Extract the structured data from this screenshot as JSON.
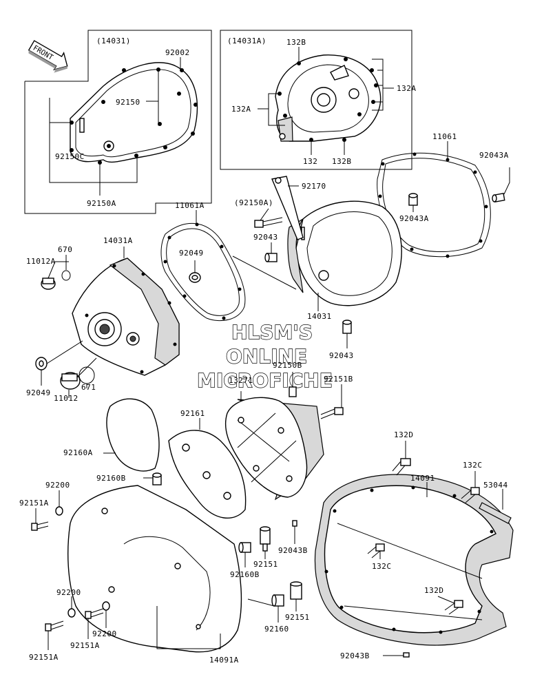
{
  "watermark": {
    "line1": "HLSM'S",
    "line2": "ONLINE",
    "line3": "MICROFICHE"
  },
  "front_arrow": {
    "label": "FRONT"
  },
  "boxes": {
    "box_14031": {
      "title": "(14031)"
    },
    "box_14031A": {
      "title": "(14031A)"
    }
  },
  "labels": {
    "l_92002": "92002",
    "l_92150": "92150",
    "l_92150C": "92150C",
    "l_92150A": "92150A",
    "l_132B_top": "132B",
    "l_132A_right": "132A",
    "l_132A_left": "132A",
    "l_132": "132",
    "l_132B_bottom": "132B",
    "l_11061": "11061",
    "l_92043A_1": "92043A",
    "l_92043A_2": "92043A",
    "l_92170": "92170",
    "l_92150A_paren": "(92150A)",
    "l_92043_1": "92043",
    "l_11061A": "11061A",
    "l_14031A": "14031A",
    "l_670": "670",
    "l_11012A": "11012A",
    "l_92049_1": "92049",
    "l_14031": "14031",
    "l_92043_2": "92043",
    "l_92049_2": "92049",
    "l_671": "671",
    "l_11012": "11012",
    "l_13271": "13271",
    "l_92150B": "92150B",
    "l_92151B": "92151B",
    "l_92161": "92161",
    "l_92160A": "92160A",
    "l_92160B_1": "92160B",
    "l_92200_1": "92200",
    "l_92151A_1": "92151A",
    "l_132D_1": "132D",
    "l_14091": "14091",
    "l_132C_1": "132C",
    "l_53044": "53044",
    "l_92043B_1": "92043B",
    "l_92151_1": "92151",
    "l_92160B_2": "92160B",
    "l_132C_2": "132C",
    "l_132D_2": "132D",
    "l_92200_2": "92200",
    "l_92151_2": "92151",
    "l_92160": "92160",
    "l_92200_3": "92200",
    "l_92151A_2": "92151A",
    "l_92151A_3": "92151A",
    "l_92043B_2": "92043B",
    "l_14091A": "14091A"
  }
}
